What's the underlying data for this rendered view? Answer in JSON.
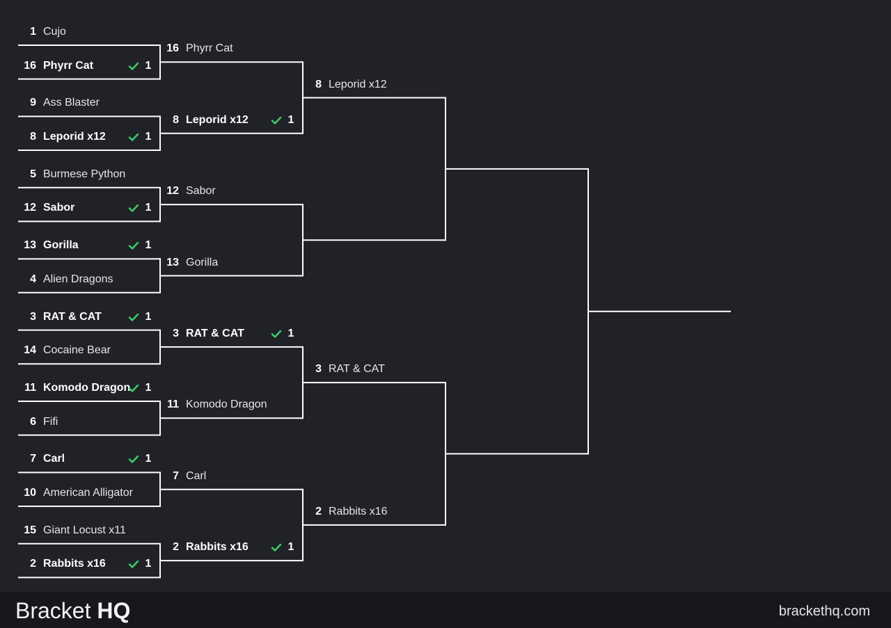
{
  "colors": {
    "background": "#212227",
    "line": "#ffffff",
    "check": "#3ecf6b",
    "footer": "#17181c"
  },
  "bracket": {
    "round1": [
      {
        "seed": "1",
        "name": "Cujo",
        "win": false,
        "score": ""
      },
      {
        "seed": "16",
        "name": "Phyrr Cat",
        "win": true,
        "score": "1"
      },
      {
        "seed": "9",
        "name": "Ass Blaster",
        "win": false,
        "score": ""
      },
      {
        "seed": "8",
        "name": "Leporid x12",
        "win": true,
        "score": "1"
      },
      {
        "seed": "5",
        "name": "Burmese Python",
        "win": false,
        "score": ""
      },
      {
        "seed": "12",
        "name": "Sabor",
        "win": true,
        "score": "1"
      },
      {
        "seed": "13",
        "name": "Gorilla",
        "win": true,
        "score": "1"
      },
      {
        "seed": "4",
        "name": "Alien Dragons",
        "win": false,
        "score": ""
      },
      {
        "seed": "3",
        "name": "RAT & CAT",
        "win": true,
        "score": "1"
      },
      {
        "seed": "14",
        "name": "Cocaine Bear",
        "win": false,
        "score": ""
      },
      {
        "seed": "11",
        "name": "Komodo Dragon",
        "win": true,
        "score": "1"
      },
      {
        "seed": "6",
        "name": "Fifi",
        "win": false,
        "score": ""
      },
      {
        "seed": "7",
        "name": "Carl",
        "win": true,
        "score": "1"
      },
      {
        "seed": "10",
        "name": "American Alligator",
        "win": false,
        "score": ""
      },
      {
        "seed": "15",
        "name": "Giant Locust x11",
        "win": false,
        "score": ""
      },
      {
        "seed": "2",
        "name": "Rabbits x16",
        "win": true,
        "score": "1"
      }
    ],
    "round2": [
      {
        "seed": "16",
        "name": "Phyrr Cat",
        "win": false,
        "score": ""
      },
      {
        "seed": "8",
        "name": "Leporid x12",
        "win": true,
        "score": "1"
      },
      {
        "seed": "12",
        "name": "Sabor",
        "win": false,
        "score": ""
      },
      {
        "seed": "13",
        "name": "Gorilla",
        "win": false,
        "score": ""
      },
      {
        "seed": "3",
        "name": "RAT & CAT",
        "win": true,
        "score": "1"
      },
      {
        "seed": "11",
        "name": "Komodo Dragon",
        "win": false,
        "score": ""
      },
      {
        "seed": "7",
        "name": "Carl",
        "win": false,
        "score": ""
      },
      {
        "seed": "2",
        "name": "Rabbits x16",
        "win": true,
        "score": "1"
      }
    ],
    "round3": [
      {
        "seed": "8",
        "name": "Leporid x12",
        "win": false,
        "score": ""
      },
      {
        "seed": "",
        "name": "",
        "win": false,
        "score": ""
      },
      {
        "seed": "3",
        "name": "RAT & CAT",
        "win": false,
        "score": ""
      },
      {
        "seed": "2",
        "name": "Rabbits x16",
        "win": false,
        "score": ""
      }
    ],
    "round4": [
      {
        "seed": "",
        "name": "",
        "win": false,
        "score": ""
      },
      {
        "seed": "",
        "name": "",
        "win": false,
        "score": ""
      }
    ]
  },
  "footer": {
    "brand_light": "Bracket",
    "brand_bold": "HQ",
    "site": "brackethq.com"
  }
}
